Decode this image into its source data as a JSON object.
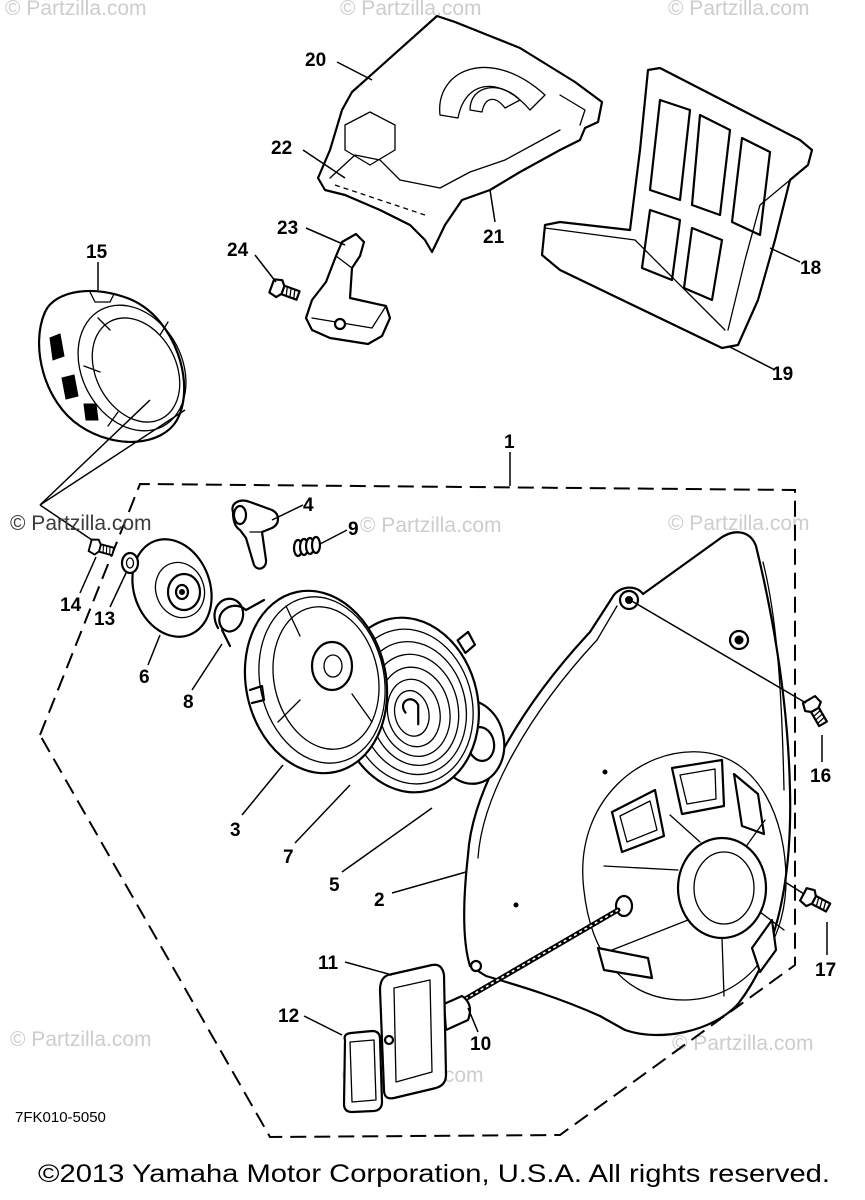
{
  "diagram": {
    "callouts": {
      "p1": "1",
      "p2": "2",
      "p3": "3",
      "p4": "4",
      "p5": "5",
      "p6": "6",
      "p7": "7",
      "p8": "8",
      "p9": "9",
      "p10": "10",
      "p11": "11",
      "p12": "12",
      "p13": "13",
      "p14": "14",
      "p15": "15",
      "p16": "16",
      "p17": "17",
      "p18": "18",
      "p19": "19",
      "p20": "20",
      "p21": "21",
      "p22": "22",
      "p23": "23",
      "p24": "24"
    },
    "drawing_code": "7FK010-5050"
  },
  "footer": {
    "copyright": "©2013 Yamaha Motor Corporation, U.S.A. All rights reserved."
  },
  "watermark": {
    "text": "© Partzilla.com"
  },
  "colors": {
    "line": "#000000",
    "background": "#ffffff",
    "watermark": "#cdcdcd"
  }
}
